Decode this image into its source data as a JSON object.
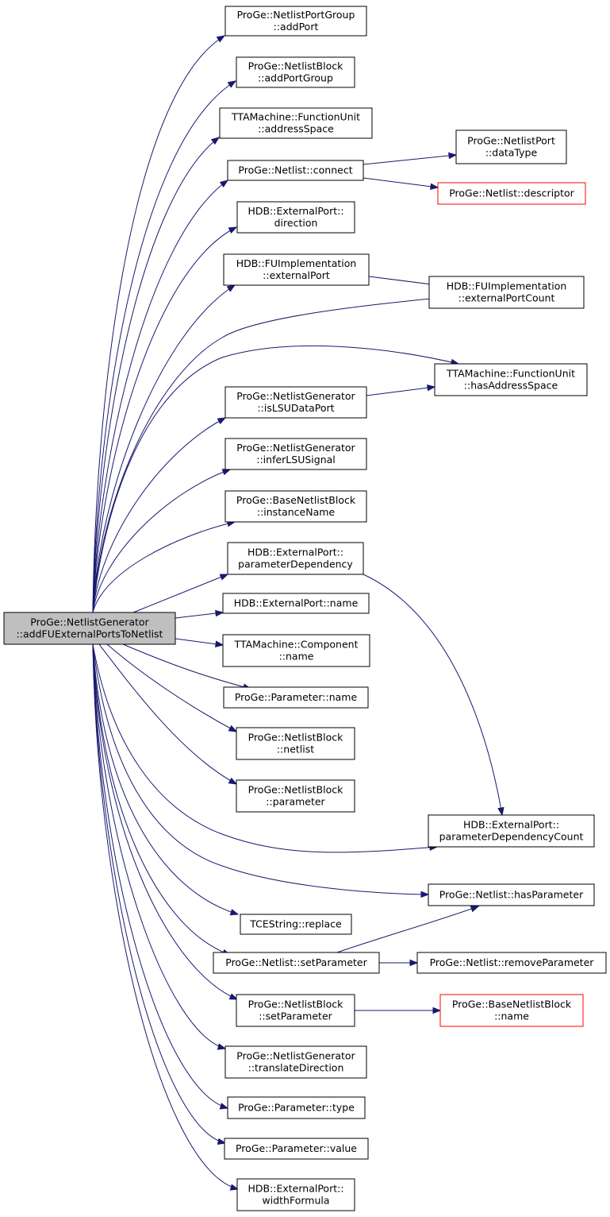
{
  "colors": {
    "edge": "#191970",
    "node_border": "#000000",
    "node_border_truncated": "#ff0000",
    "node_fill": "#ffffff",
    "root_fill": "#bfbfbf"
  },
  "nodes": [
    {
      "id": "root",
      "lines": [
        "ProGe::NetlistGenerator",
        "::addFUExternalPortsToNetlist"
      ],
      "style": "root"
    },
    {
      "id": "n1",
      "lines": [
        "ProGe::NetlistPortGroup",
        "::addPort"
      ],
      "style": "normal"
    },
    {
      "id": "n2",
      "lines": [
        "ProGe::NetlistBlock",
        "::addPortGroup"
      ],
      "style": "normal"
    },
    {
      "id": "n3",
      "lines": [
        "TTAMachine::FunctionUnit",
        "::addressSpace"
      ],
      "style": "normal"
    },
    {
      "id": "n4",
      "lines": [
        "ProGe::Netlist::connect"
      ],
      "style": "normal"
    },
    {
      "id": "n5",
      "lines": [
        "HDB::ExternalPort::",
        "direction"
      ],
      "style": "normal"
    },
    {
      "id": "n6",
      "lines": [
        "HDB::FUImplementation",
        "::externalPort"
      ],
      "style": "normal"
    },
    {
      "id": "n7",
      "lines": [
        "ProGe::NetlistGenerator",
        "::isLSUDataPort"
      ],
      "style": "normal"
    },
    {
      "id": "n8",
      "lines": [
        "ProGe::NetlistGenerator",
        "::inferLSUSignal"
      ],
      "style": "normal"
    },
    {
      "id": "n9",
      "lines": [
        "ProGe::BaseNetlistBlock",
        "::instanceName"
      ],
      "style": "normal"
    },
    {
      "id": "n10",
      "lines": [
        "HDB::ExternalPort::",
        "parameterDependency"
      ],
      "style": "normal"
    },
    {
      "id": "n11",
      "lines": [
        "HDB::ExternalPort::name"
      ],
      "style": "normal"
    },
    {
      "id": "n12",
      "lines": [
        "TTAMachine::Component",
        "::name"
      ],
      "style": "normal"
    },
    {
      "id": "n13",
      "lines": [
        "ProGe::Parameter::name"
      ],
      "style": "normal"
    },
    {
      "id": "n14",
      "lines": [
        "ProGe::NetlistBlock",
        "::netlist"
      ],
      "style": "normal"
    },
    {
      "id": "n15",
      "lines": [
        "ProGe::NetlistBlock",
        "::parameter"
      ],
      "style": "normal"
    },
    {
      "id": "n16",
      "lines": [
        "TCEString::replace"
      ],
      "style": "normal"
    },
    {
      "id": "n17",
      "lines": [
        "ProGe::Netlist::setParameter"
      ],
      "style": "normal"
    },
    {
      "id": "n18",
      "lines": [
        "ProGe::NetlistBlock",
        "::setParameter"
      ],
      "style": "normal"
    },
    {
      "id": "n19",
      "lines": [
        "ProGe::NetlistGenerator",
        "::translateDirection"
      ],
      "style": "normal"
    },
    {
      "id": "n20",
      "lines": [
        "ProGe::Parameter::type"
      ],
      "style": "normal"
    },
    {
      "id": "n21",
      "lines": [
        "ProGe::Parameter::value"
      ],
      "style": "normal"
    },
    {
      "id": "n22",
      "lines": [
        "HDB::ExternalPort::",
        "widthFormula"
      ],
      "style": "normal"
    },
    {
      "id": "r1",
      "lines": [
        "ProGe::NetlistPort",
        "::dataType"
      ],
      "style": "normal"
    },
    {
      "id": "r2",
      "lines": [
        "ProGe::Netlist::descriptor"
      ],
      "style": "truncated"
    },
    {
      "id": "r3",
      "lines": [
        "HDB::FUImplementation",
        "::externalPortCount"
      ],
      "style": "normal"
    },
    {
      "id": "r4",
      "lines": [
        "TTAMachine::FunctionUnit",
        "::hasAddressSpace"
      ],
      "style": "normal"
    },
    {
      "id": "r5",
      "lines": [
        "HDB::ExternalPort::",
        "parameterDependencyCount"
      ],
      "style": "normal"
    },
    {
      "id": "r6",
      "lines": [
        "ProGe::Netlist::hasParameter"
      ],
      "style": "normal"
    },
    {
      "id": "r7",
      "lines": [
        "ProGe::Netlist::removeParameter"
      ],
      "style": "normal"
    },
    {
      "id": "r8",
      "lines": [
        "ProGe::BaseNetlistBlock",
        "::name"
      ],
      "style": "truncated"
    }
  ],
  "edges": [
    {
      "from": "root",
      "to": "n1"
    },
    {
      "from": "root",
      "to": "n2"
    },
    {
      "from": "root",
      "to": "n3"
    },
    {
      "from": "root",
      "to": "n4"
    },
    {
      "from": "root",
      "to": "n5"
    },
    {
      "from": "root",
      "to": "n6"
    },
    {
      "from": "root",
      "to": "r3"
    },
    {
      "from": "root",
      "to": "r4"
    },
    {
      "from": "root",
      "to": "n7"
    },
    {
      "from": "root",
      "to": "n8"
    },
    {
      "from": "root",
      "to": "n9"
    },
    {
      "from": "root",
      "to": "n10"
    },
    {
      "from": "root",
      "to": "n11"
    },
    {
      "from": "root",
      "to": "n12"
    },
    {
      "from": "root",
      "to": "n13"
    },
    {
      "from": "root",
      "to": "n14"
    },
    {
      "from": "root",
      "to": "n15"
    },
    {
      "from": "root",
      "to": "r5"
    },
    {
      "from": "root",
      "to": "r6"
    },
    {
      "from": "root",
      "to": "n16"
    },
    {
      "from": "root",
      "to": "n17"
    },
    {
      "from": "root",
      "to": "n18"
    },
    {
      "from": "root",
      "to": "n19"
    },
    {
      "from": "root",
      "to": "n20"
    },
    {
      "from": "root",
      "to": "n21"
    },
    {
      "from": "root",
      "to": "n22"
    },
    {
      "from": "n4",
      "to": "r1"
    },
    {
      "from": "n4",
      "to": "r2"
    },
    {
      "from": "n6",
      "to": "r3"
    },
    {
      "from": "n7",
      "to": "r4"
    },
    {
      "from": "n10",
      "to": "r5"
    },
    {
      "from": "n17",
      "to": "r6"
    },
    {
      "from": "n17",
      "to": "r7"
    },
    {
      "from": "n18",
      "to": "r8"
    }
  ]
}
